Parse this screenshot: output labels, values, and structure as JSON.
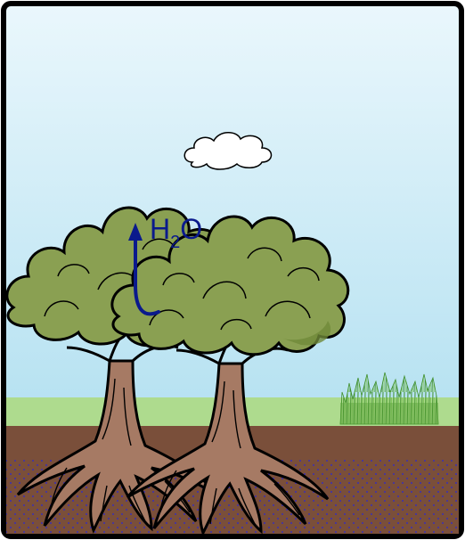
{
  "labels": {
    "water_main": "H",
    "water_sub": "2",
    "water_tail": "O"
  },
  "colors": {
    "sky_top": "#e6f5fc",
    "sky_bottom": "#a9dcee",
    "grass_band": "#aedb8e",
    "soil": "#7a4f3a",
    "dot_pattern": "#3a2fb3",
    "canopy": "#8aa052",
    "canopy_shadow": "#6f8a3a",
    "trunk": "#a67a64",
    "arrow": "#0a1a8c",
    "cloud": "#ffffff",
    "tuft": "#5aa23a",
    "frame": "#000000"
  },
  "icons": {
    "cloud": "cloud-icon",
    "trees": "mangrove-tree-icon",
    "grass": "grass-tuft-icon",
    "arrow": "evaporation-arrow-icon"
  }
}
